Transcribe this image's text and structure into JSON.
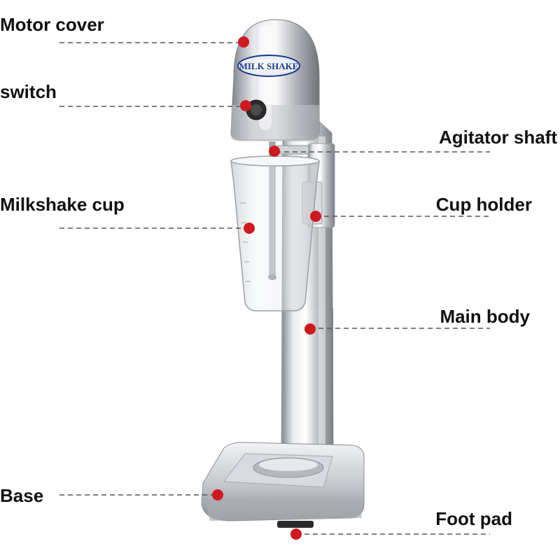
{
  "labels": {
    "motor_cover": "Motor cover",
    "switch": "switch",
    "milkshake_cup": "Milkshake cup",
    "base": "Base",
    "agitator_shaft": "Agitator shaft",
    "cup_holder": "Cup holder",
    "main_body": "Main body",
    "foot_pad": "Foot pad"
  },
  "product_text": "MILK SHAKE",
  "colors": {
    "marker": "#d0181f",
    "leader_line": "#555555",
    "label_text": "#111111",
    "steel": "#c9ccd0"
  }
}
